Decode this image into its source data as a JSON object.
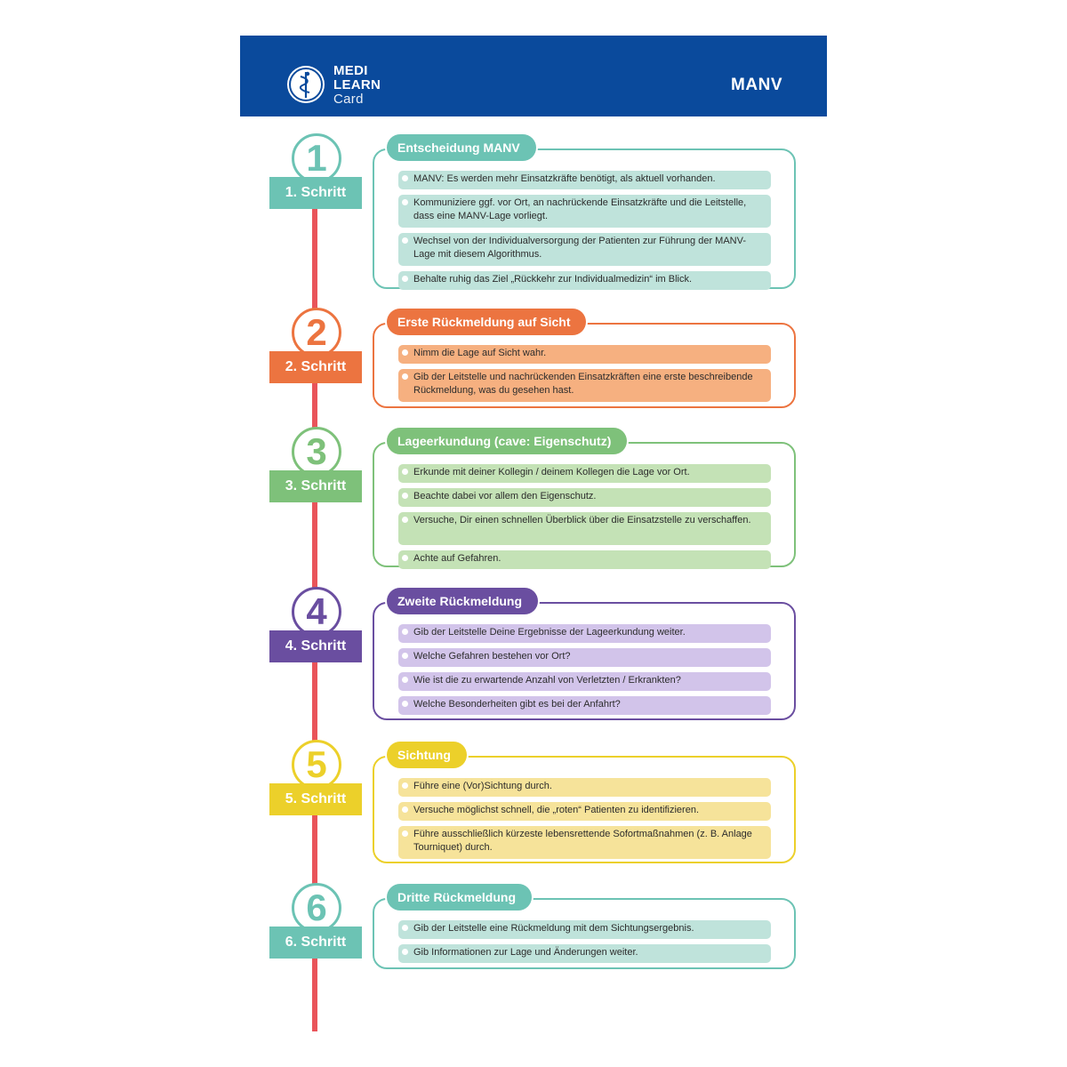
{
  "header": {
    "logo_line1": "MEDI",
    "logo_line2": "LEARN",
    "logo_line3": "Card",
    "title": "MANV",
    "bg_color": "#0a4a9c"
  },
  "timeline_color": "#e9545a",
  "steps": [
    {
      "number": "1",
      "label": "1. Schritt",
      "title": "Entscheidung MANV",
      "color": "#6cc3b4",
      "bullet_color": "#bfe3db",
      "items": [
        "MANV: Es werden mehr Einsatzkräfte benötigt, als aktuell vorhanden.",
        "Kommuniziere ggf. vor Ort, an nachrückende Einsatzkräfte und die Leitstelle, dass eine MANV-Lage vorliegt.",
        "Wechsel von der Individualversorgung der Patienten zur Führung der MANV-Lage mit diesem Algorithmus.",
        "Behalte ruhig das Ziel „Rückkehr zur Individualmedizin“ im Blick."
      ]
    },
    {
      "number": "2",
      "label": "2. Schritt",
      "title": "Erste Rückmeldung auf Sicht",
      "color": "#ec7440",
      "bullet_color": "#f6b080",
      "items": [
        "Nimm die Lage auf Sicht wahr.",
        "Gib der Leitstelle und nachrückenden Einsatzkräften eine erste beschreibende Rückmeldung, was du gesehen hast."
      ]
    },
    {
      "number": "3",
      "label": "3. Schritt",
      "title": "Lageerkundung (cave: Eigenschutz)",
      "color": "#7ec17a",
      "bullet_color": "#c4e2b6",
      "items": [
        "Erkunde mit deiner Kollegin / deinem Kollegen die Lage vor Ort.",
        "Beachte dabei vor allem den Eigenschutz.",
        "Versuche, Dir einen schnellen Überblick über die Einsatzstelle zu verschaffen.",
        "Achte auf Gefahren."
      ]
    },
    {
      "number": "4",
      "label": "4. Schritt",
      "title": "Zweite Rückmeldung",
      "color": "#6a4ea0",
      "bullet_color": "#d2c4ea",
      "items": [
        "Gib der Leitstelle Deine Ergebnisse der Lageerkundung weiter.",
        "Welche Gefahren bestehen vor Ort?",
        "Wie ist die zu erwartende Anzahl von Verletzten / Erkrankten?",
        "Welche Besonderheiten gibt es bei der Anfahrt?"
      ]
    },
    {
      "number": "5",
      "label": "5. Schritt",
      "title": "Sichtung",
      "color": "#ecd02a",
      "bullet_color": "#f6e39a",
      "items": [
        "Führe eine (Vor)Sichtung durch.",
        "Versuche möglichst schnell, die „roten“ Patienten zu identifizieren.",
        "Führe ausschließlich kürzeste lebensrettende Sofortmaßnahmen (z. B. Anlage Tourniquet) durch."
      ]
    },
    {
      "number": "6",
      "label": "6. Schritt",
      "title": "Dritte Rückmeldung",
      "color": "#6cc3b4",
      "bullet_color": "#bfe3db",
      "items": [
        "Gib der Leitstelle eine Rückmeldung mit dem Sichtungsergebnis.",
        "Gib Informationen zur Lage und Änderungen weiter."
      ]
    }
  ]
}
